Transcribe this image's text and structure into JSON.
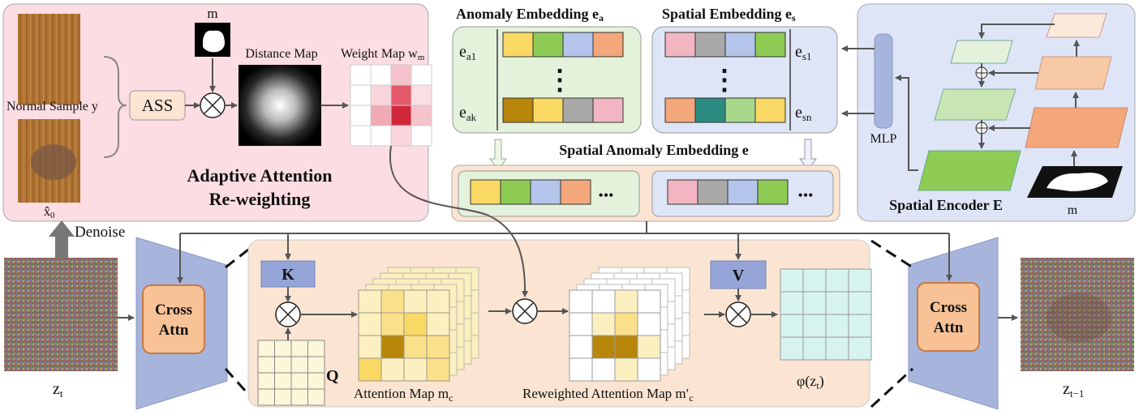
{
  "colors": {
    "panel_pink": "#fbdde3",
    "panel_green": "#e4f2dc",
    "panel_blue": "#dee5f6",
    "panel_peach": "#fbe5d2",
    "cell_yellow": "#f9d864",
    "cell_green": "#8dcb55",
    "cell_blue": "#b4c4ea",
    "cell_orange": "#f3a77a",
    "cell_pink": "#f1b6c1",
    "cell_gray": "#a9a9a9",
    "cell_brown": "#b8860b",
    "cell_teal": "#2b8c82",
    "cell_lightgreen": "#a7d88c",
    "unet_blue": "#a7b4dc",
    "cross_attn_orange": "#f9c296",
    "kv_blue": "#95a5d8",
    "output_cyan": "#d7f3f0",
    "weight_red": "#d0283a"
  },
  "labels": {
    "normal_sample": "Normal Sample y",
    "ass": "ASS",
    "mask_m": "m",
    "distance_map": "Distance Map",
    "weight_map_main": "Weight Map w",
    "weight_map_sub": "m",
    "adaptive_line1": "Adaptive Attention",
    "adaptive_line2": "Re-weighting",
    "x0_hat": "x̂",
    "x0_sub": "0",
    "denoise": "Denoise",
    "anomaly_embedding_main": "Anomaly Embedding e",
    "anomaly_embedding_sub": "a",
    "ea1_main": "e",
    "ea1_sub": "a1",
    "eak_main": "e",
    "eak_sub": "ak",
    "spatial_embedding_main": "Spatial Embedding e",
    "spatial_embedding_sub": "s",
    "es1_main": "e",
    "es1_sub": "s1",
    "esn_main": "e",
    "esn_sub": "sn",
    "spatial_anomaly_embedding": "Spatial Anomaly Embedding e",
    "mlp": "MLP",
    "spatial_encoder": "Spatial Encoder E",
    "encoder_mask_m": "m",
    "plus_symbol": "⊕",
    "cross_attn_1": "Cross",
    "cross_attn_2": "Attn",
    "k": "K",
    "q": "Q",
    "v": "V",
    "attention_map_main": "Attention Map m",
    "attention_map_sub": "c",
    "reweighted_main": "Reweighted  Attention Map m′",
    "reweighted_sub": "c",
    "phi": "φ(z",
    "phi_sub": "t",
    "phi_close": ")",
    "zt_main": "z",
    "zt_sub": "t",
    "zt1_main": "z",
    "zt1_sub": "t−1",
    "ellipsis": "•••",
    "vdots": "⋮"
  }
}
